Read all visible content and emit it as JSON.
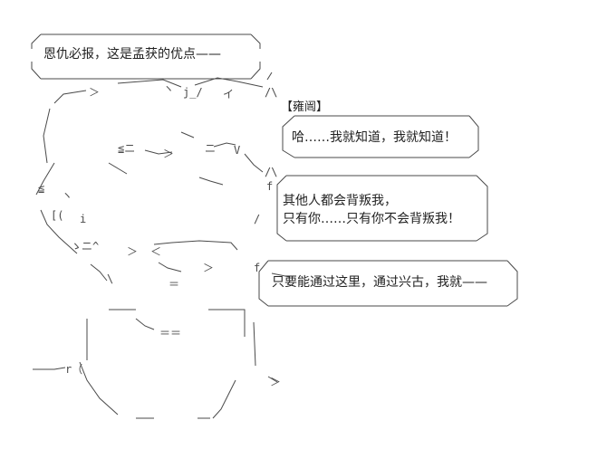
{
  "speech": {
    "left": "恩仇必报，这是孟获的优点——",
    "speaker_label": "【雍闿】",
    "right1": "哈……我就知道，我就知道！",
    "right2_line1": "其他人都会背叛我，",
    "right2_line2": "只有你……只有你不会背叛我！",
    "right3": "只要能通过这里，通过兴古，我就——"
  }
}
